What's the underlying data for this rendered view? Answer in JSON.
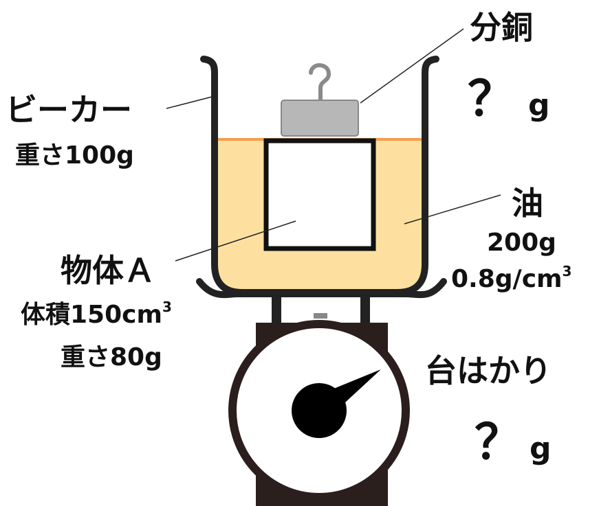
{
  "labels": {
    "beaker": {
      "name": "ビーカー",
      "weight": "重さ100g"
    },
    "weight_block": {
      "name": "分銅",
      "value": "？",
      "unit": "g"
    },
    "oil": {
      "name": "油",
      "mass": "200g",
      "density_base": "0.8g/cm",
      "density_exp": "3"
    },
    "object_a": {
      "name": "物体Ａ",
      "volume_base": "体積150cm",
      "volume_exp": "3",
      "weight": "重さ80g"
    },
    "scale": {
      "name": "台はかり",
      "value": "？",
      "unit": "g"
    }
  },
  "colors": {
    "oil_fill": "#fde0a0",
    "oil_surface": "#f0a050",
    "outline": "#222222",
    "weight_gray": "#b7b7b7"
  }
}
